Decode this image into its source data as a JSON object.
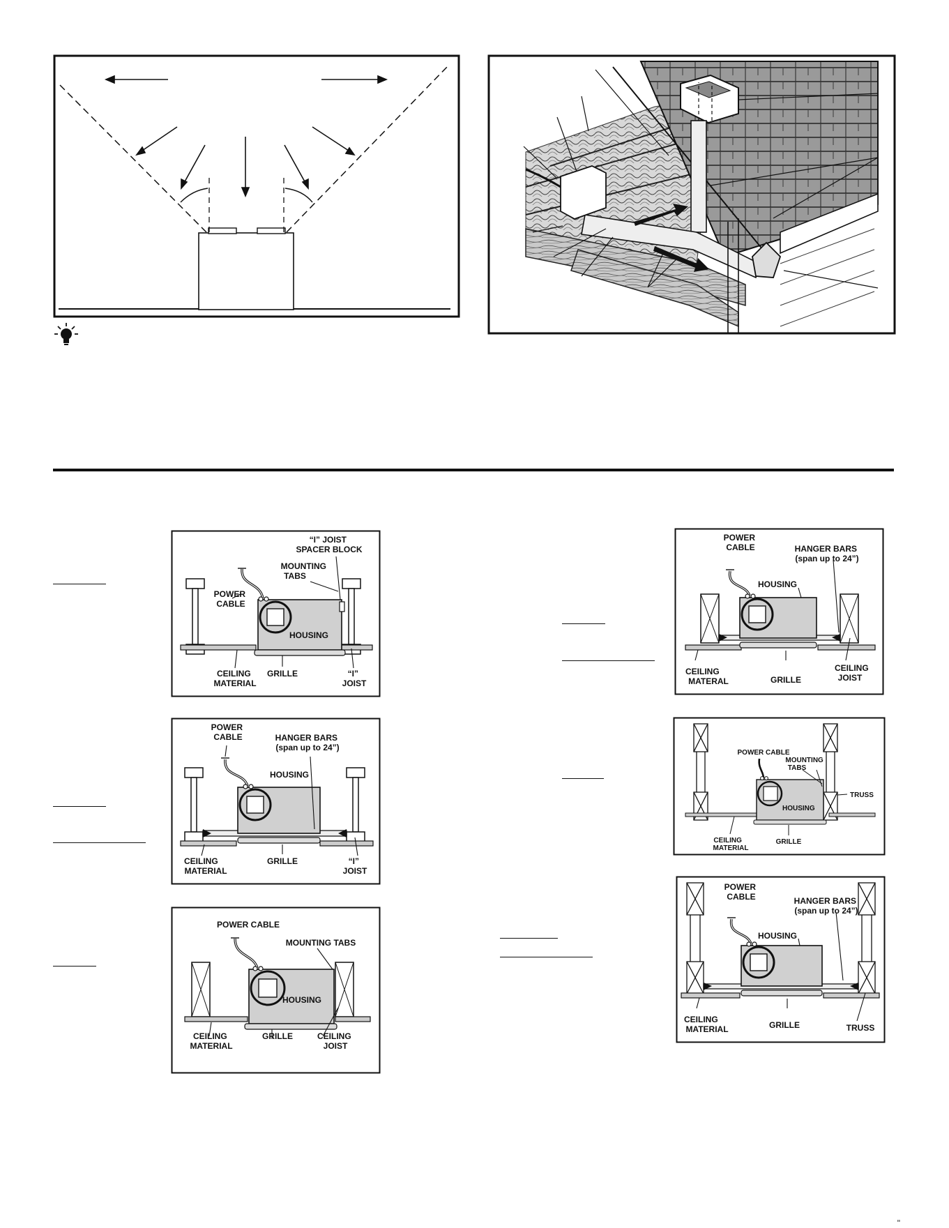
{
  "figures": {
    "fig_a": {
      "i_joist_spacer_label": [
        "“I” JOIST",
        "SPACER BLOCK"
      ],
      "mounting_tabs_label": [
        "MOUNTING",
        "TABS"
      ],
      "power_cable_label": [
        "POWER",
        "CABLE"
      ],
      "housing_label": "HOUSING",
      "ceiling_material_label": [
        "CEILING",
        "MATERIAL"
      ],
      "grille_label": "GRILLE",
      "i_joist_label": [
        "“I”",
        "JOIST"
      ]
    },
    "fig_b": {
      "power_cable_label": [
        "POWER",
        "CABLE"
      ],
      "hanger_bars_label": [
        "HANGER BARS",
        "(span up to 24”)"
      ],
      "housing_label": "HOUSING",
      "ceiling_material_label": [
        "CEILING",
        "MATERIAL"
      ],
      "grille_label": "GRILLE",
      "i_joist_label": [
        "“I”",
        "JOIST"
      ]
    },
    "fig_c": {
      "power_cable_label": "POWER CABLE",
      "mounting_tabs_label": "MOUNTING TABS",
      "housing_label": "HOUSING",
      "ceiling_material_label": [
        "CEILING",
        "MATERIAL"
      ],
      "grille_label": "GRILLE",
      "ceiling_joist_label": [
        "CEILING",
        "JOIST"
      ]
    },
    "fig_d": {
      "power_cable_label": [
        "POWER",
        "CABLE"
      ],
      "hanger_bars_label": [
        "HANGER BARS",
        "(span up to 24”)"
      ],
      "housing_label": "HOUSING",
      "ceiling_material_label": [
        "CEILING",
        "MATERAL"
      ],
      "grille_label": "GRILLE",
      "ceiling_joist_label": [
        "CEILING",
        "JOIST"
      ]
    },
    "fig_e": {
      "power_cable_label": "POWER CABLE",
      "mounting_tabs_label": [
        "MOUNTING",
        "TABS"
      ],
      "truss_label": "TRUSS",
      "housing_label": "HOUSING",
      "ceiling_material_label": [
        "CEILING",
        "MATERIAL"
      ],
      "grille_label": "GRILLE"
    },
    "fig_f": {
      "power_cable_label": [
        "POWER",
        "CABLE"
      ],
      "hanger_bars_label": [
        "HANGER BARS",
        "(span up to 24”)"
      ],
      "housing_label": "HOUSING",
      "ceiling_material_label": [
        "CEILING",
        "MATERIAL"
      ],
      "grille_label": "GRILLE",
      "truss_label": "TRUSS"
    }
  },
  "page_number": "\""
}
